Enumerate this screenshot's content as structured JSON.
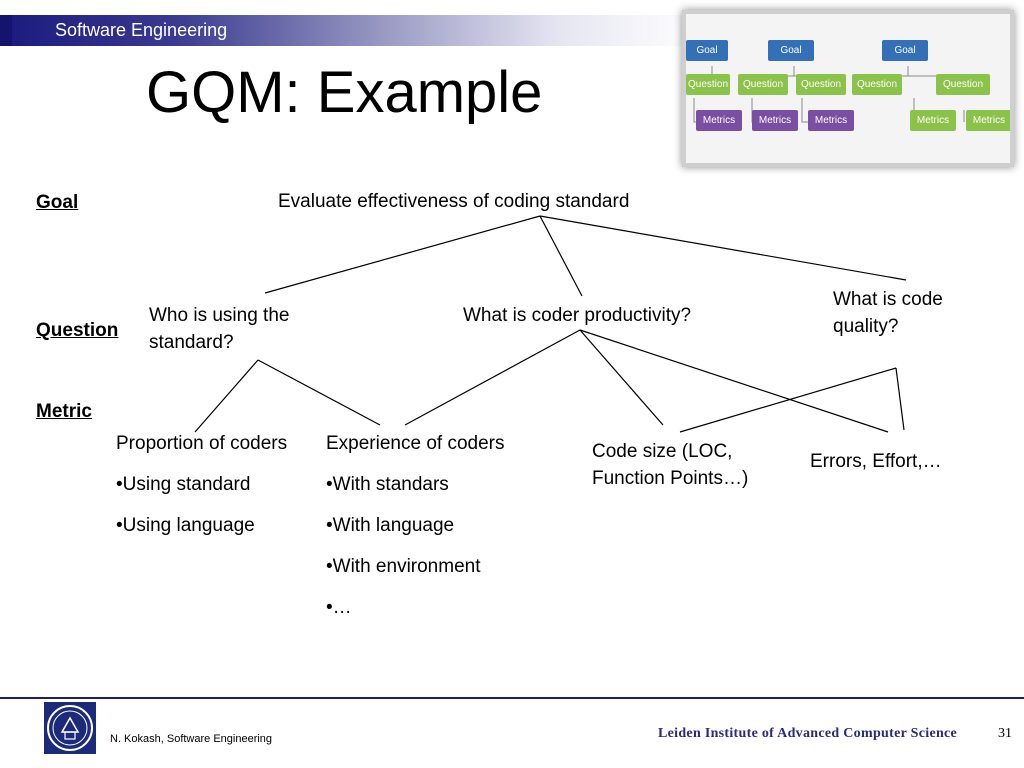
{
  "header": {
    "course": "Software Engineering"
  },
  "title": "GQM: Example",
  "thumbnail": {
    "goals": [
      "Goal",
      "Goal",
      "Goal"
    ],
    "questions": [
      "Question",
      "Question",
      "Question",
      "Question",
      "Question"
    ],
    "metrics": [
      "Metrics",
      "Metrics",
      "Metrics",
      "Metrics",
      "Metrics"
    ],
    "colors": {
      "goal": "#3470b8",
      "question": "#8bc34a",
      "metric": "#7a4ea2"
    }
  },
  "labels": {
    "goal": "Goal",
    "question": "Question",
    "metric": "Metric"
  },
  "goal_text": "Evaluate effectiveness of coding standard",
  "questions": {
    "q1": "Who is using the standard?",
    "q2": "What is coder productivity?",
    "q3": "What is code quality?"
  },
  "metrics": {
    "m1": {
      "title": "Proportion of coders",
      "bullets": [
        "•Using standard",
        "•Using language"
      ]
    },
    "m2": {
      "title": "Experience of coders",
      "bullets": [
        "•With standars",
        "•With language",
        "•With environment",
        "•…"
      ]
    },
    "m3": {
      "title": "Code size (LOC, Function Points…)"
    },
    "m4": {
      "title": "Errors, Effort,…"
    }
  },
  "footer": {
    "author": "N. Kokash, Software Engineering",
    "institute": "Leiden Institute of Advanced Computer Science",
    "page": "31",
    "crest": "university-seal-icon"
  },
  "colors": {
    "band": "#1a1a7e",
    "footer_line": "#1c1c70",
    "institute": "#2a2a7a"
  }
}
